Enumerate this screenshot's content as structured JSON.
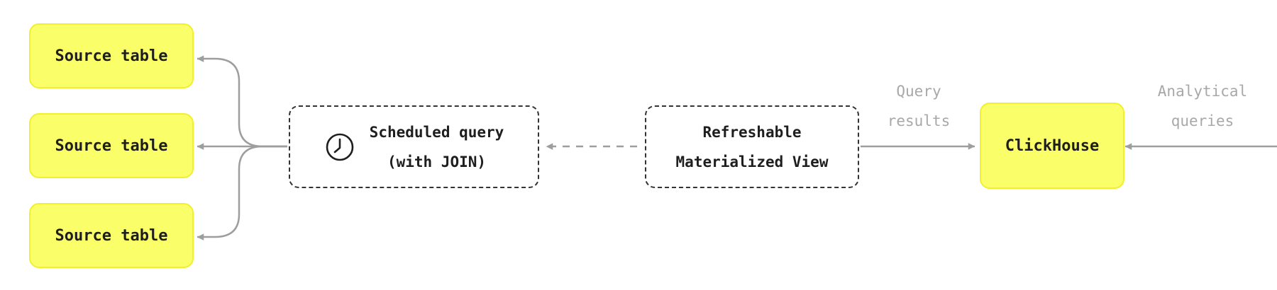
{
  "nodes": {
    "source_tables": [
      {
        "label": "Source table"
      },
      {
        "label": "Source table"
      },
      {
        "label": "Source table"
      }
    ],
    "scheduled_query": {
      "line1": "Scheduled query",
      "line2": "(with JOIN)",
      "icon": "clock-icon"
    },
    "refreshable_mv": {
      "line1": "Refreshable",
      "line2": "Materialized View"
    },
    "clickhouse": {
      "label": "ClickHouse"
    }
  },
  "edge_labels": {
    "query_results": {
      "line1": "Query",
      "line2": "results"
    },
    "analytical_queries": {
      "line1": "Analytical",
      "line2": "queries"
    }
  },
  "colors": {
    "node_fill": "#faff69",
    "node_border": "#f0f030",
    "arrow": "#9e9e9e",
    "dashed_border": "#333333",
    "label_text": "#a8a8a8"
  }
}
